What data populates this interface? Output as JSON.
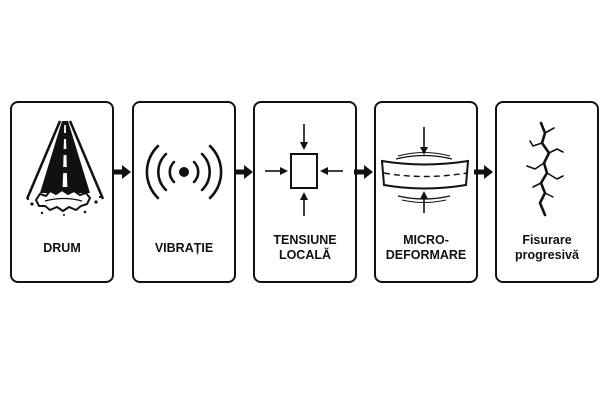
{
  "steps": [
    {
      "label": "DRUM",
      "icon": "road-pothole-icon"
    },
    {
      "label": "VIBRAȚIE",
      "icon": "vibration-waves-icon"
    },
    {
      "label": "TENSIUNE\nLOCALĂ",
      "icon": "local-stress-icon"
    },
    {
      "label": "MICRO-\nDEFORMARE",
      "icon": "micro-deformation-icon"
    },
    {
      "label": "Fisurare\nprogresivă",
      "icon": "progressive-crack-icon"
    }
  ],
  "colors": {
    "ink": "#111111",
    "background": "#ffffff"
  }
}
